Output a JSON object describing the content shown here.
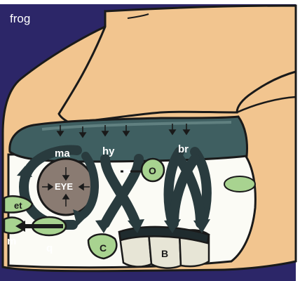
{
  "title": "frog",
  "labels": {
    "ma": "ma",
    "hy": "hy",
    "br": "br",
    "eye": "EYE",
    "o": "O",
    "et": "et",
    "m": "m",
    "q": "q",
    "c": "C",
    "b": "B"
  },
  "colors": {
    "background": "#2c2668",
    "skin": "#f2c58f",
    "skin_shade": "#e4a979",
    "band": "#3f5f61",
    "band_light": "#7b9a9b",
    "arrows": "#293b3e",
    "pale_green": "#a8d390",
    "eye": "#8a7b72",
    "cavity": "#fbfbf5",
    "cartilage": "#e7e5d6",
    "outline": "#1a1a1a"
  }
}
